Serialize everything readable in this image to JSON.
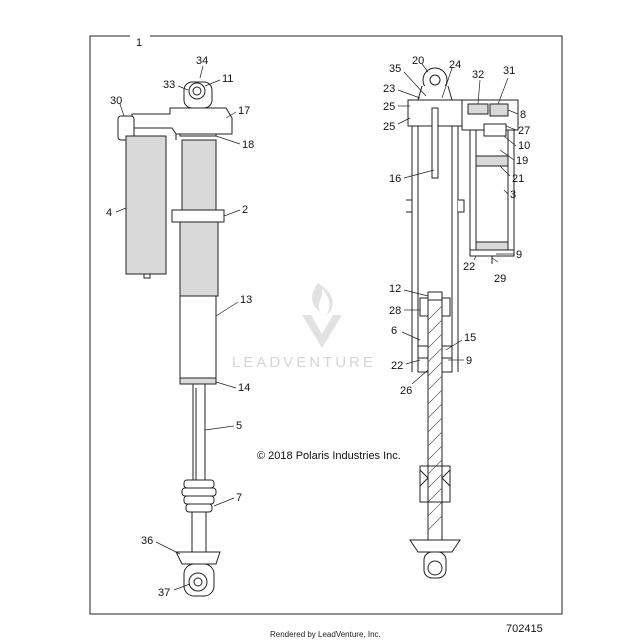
{
  "diagram": {
    "assembly_label": "1",
    "copyright": "© 2018 Polaris Industries Inc.",
    "document_number": "702415",
    "rendered_by": "Rendered by LeadVenture, Inc.",
    "watermark": "LEADVENTURE",
    "colors": {
      "line": "#222222",
      "watermark": "#d6d6d6",
      "fill_gray": "#d9d9d9"
    },
    "callouts_left": [
      "34",
      "11",
      "33",
      "30",
      "17",
      "18",
      "4",
      "2",
      "13",
      "14",
      "5",
      "7",
      "36",
      "37"
    ],
    "callouts_right": [
      "20",
      "35",
      "24",
      "32",
      "31",
      "23",
      "25",
      "25",
      "8",
      "27",
      "10",
      "19",
      "16",
      "21",
      "3",
      "9",
      "22",
      "29",
      "12",
      "28",
      "6",
      "15",
      "22",
      "9",
      "26"
    ]
  }
}
